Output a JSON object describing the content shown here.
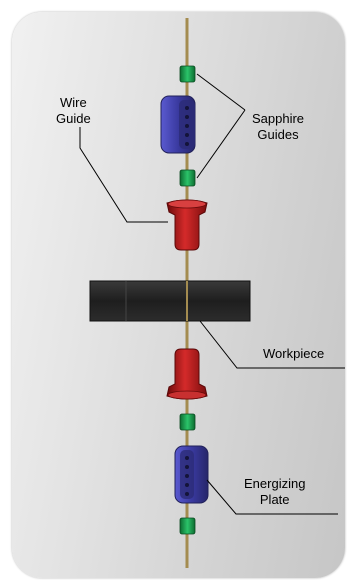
{
  "labels": {
    "wire_guide": [
      "Wire",
      "Guide"
    ],
    "sapphire_guides": [
      "Sapphire",
      "Guides"
    ],
    "workpiece": "Workpiece",
    "energizing_plate": [
      "Energizing",
      "Plate"
    ]
  },
  "colors": {
    "wire": "#a48c50",
    "sapphire_guide": "#1aa14f",
    "wire_guide": "#b01818",
    "energizing_plate": "#4a4aa8",
    "workpiece": "#2a2a2a",
    "leader_line": "#000000"
  }
}
